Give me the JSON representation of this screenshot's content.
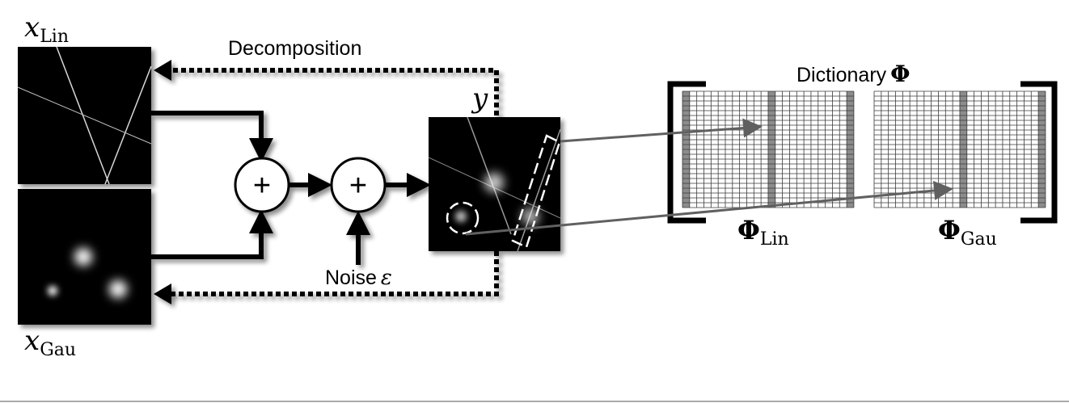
{
  "labels": {
    "x_lin_base": "x",
    "x_lin_sub": "Lin",
    "x_gau_base": "x",
    "x_gau_sub": "Gau",
    "decomposition": "Decomposition",
    "y": "y",
    "plus": "+",
    "noise_word": "Noise",
    "noise_symbol": "ε",
    "dictionary_word": "Dictionary",
    "phi": "Φ",
    "phi_lin_sub": "Lin",
    "phi_gau_sub": "Gau"
  },
  "colors": {
    "image_background": "#000000",
    "arrow": "#000000",
    "pointer": "#606060",
    "grid_line": "#3a3a3a",
    "highlight_column": "#8c8c8c"
  },
  "dictionary": {
    "blocks": [
      {
        "name": "lin",
        "highlight_columns": [
          0,
          12,
          23
        ]
      },
      {
        "name": "gau",
        "highlight_columns": [
          12,
          23
        ]
      }
    ]
  }
}
